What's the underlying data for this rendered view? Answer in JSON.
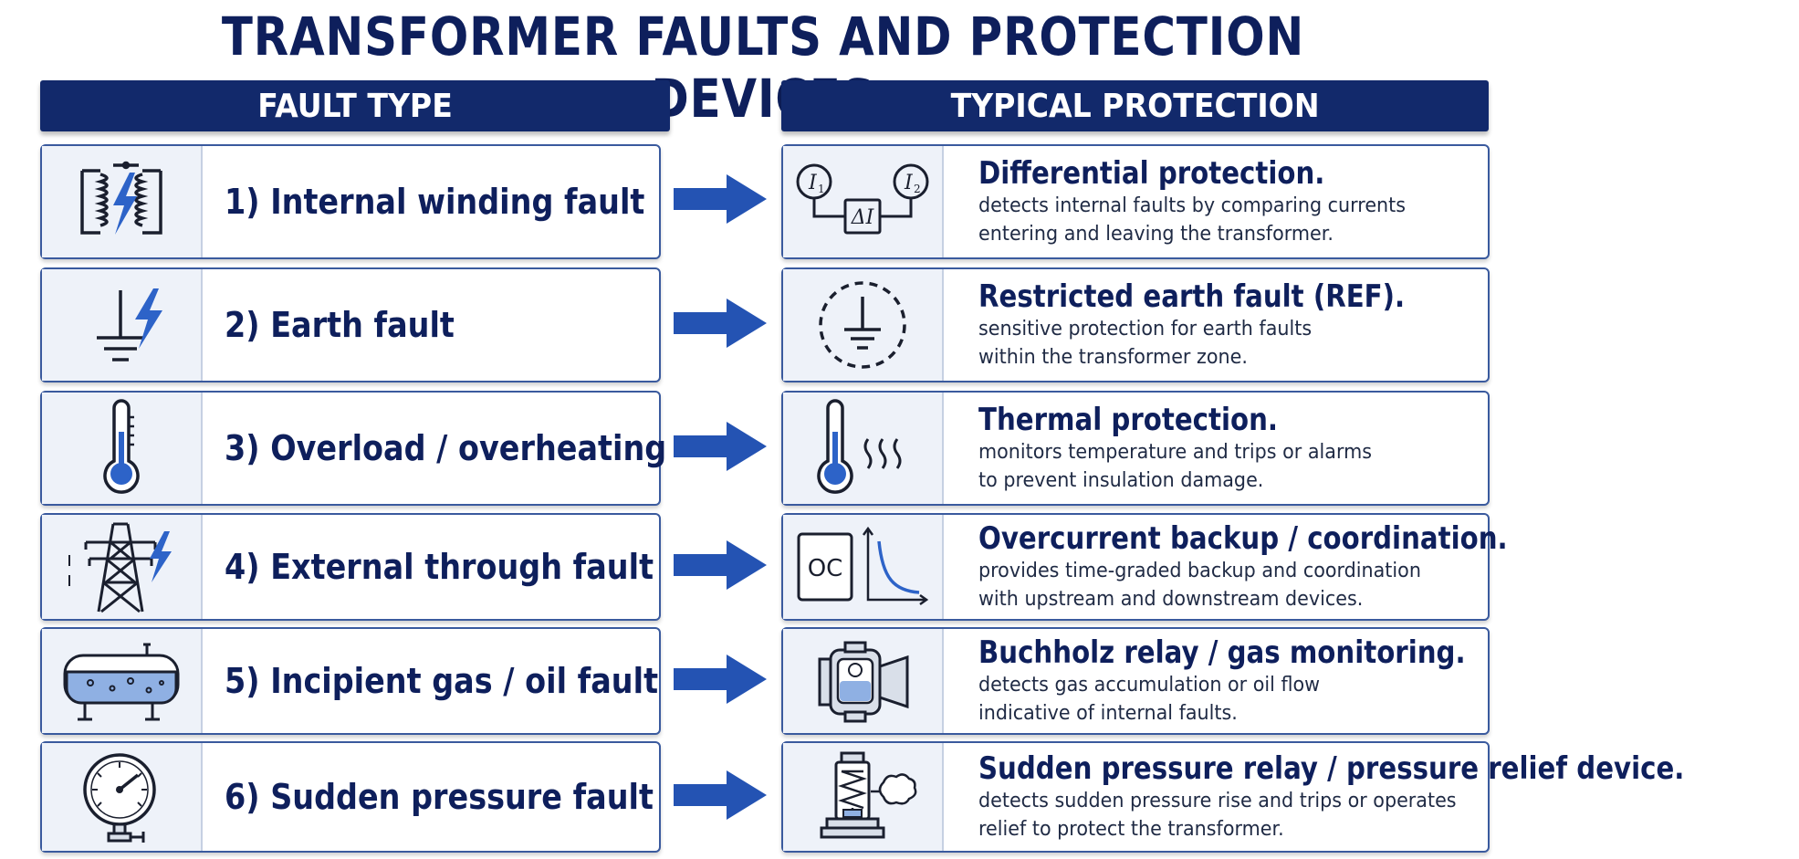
{
  "title": "TRANSFORMER FAULTS AND PROTECTION DEVICES",
  "headers": {
    "fault": "FAULT TYPE",
    "protection": "TYPICAL PROTECTION"
  },
  "rows": [
    {
      "fault": "1)  Internal winding fault",
      "fault_icon": "transformer-winding-fault-icon",
      "protection_title": "Differential protection.",
      "protection_desc_1": "detects internal faults by comparing currents",
      "protection_desc_2": "entering and leaving the transformer.",
      "protection_icon": "differential-current-icon"
    },
    {
      "fault": "2)  Earth fault",
      "fault_icon": "earth-fault-icon",
      "protection_title": "Restricted earth fault (REF).",
      "protection_desc_1": "sensitive protection for earth faults",
      "protection_desc_2": "within the transformer zone.",
      "protection_icon": "restricted-earth-zone-icon"
    },
    {
      "fault": "3)  Overload / overheating",
      "fault_icon": "thermometer-icon",
      "protection_title": "Thermal protection.",
      "protection_desc_1": "monitors temperature and trips or alarms",
      "protection_desc_2": "to prevent insulation damage.",
      "protection_icon": "thermometer-heat-icon"
    },
    {
      "fault": "4)  External through fault",
      "fault_icon": "transmission-tower-icon",
      "protection_title": "Overcurrent backup / coordination.",
      "protection_desc_1": "provides time-graded backup and coordination",
      "protection_desc_2": "with upstream and downstream devices.",
      "protection_icon": "overcurrent-curve-icon"
    },
    {
      "fault": "5)  Incipient gas / oil fault",
      "fault_icon": "oil-tank-icon",
      "protection_title": "Buchholz relay / gas monitoring.",
      "protection_desc_1": "detects gas accumulation or oil flow",
      "protection_desc_2": "indicative of internal faults.",
      "protection_icon": "buchholz-relay-icon"
    },
    {
      "fault": "6)  Sudden pressure fault",
      "fault_icon": "pressure-gauge-icon",
      "protection_title": "Sudden pressure relay / pressure relief device.",
      "protection_desc_1": "detects sudden pressure rise and trips or operates",
      "protection_desc_2": "relief to protect the transformer.",
      "protection_icon": "pressure-relief-valve-icon"
    }
  ],
  "icon_labels": {
    "i1": "I",
    "i2": "I",
    "sub1": "1",
    "sub2": "2",
    "delta": "ΔI",
    "oc": "OC"
  },
  "colors": {
    "navy": "#12296b",
    "title_text": "#0e1f5c",
    "arrow": "#2453b3",
    "icon_blue": "#2d63c8",
    "icon_fill": "#8fb0e3",
    "card_border": "#3a5a9e",
    "icon_bg": "#eef2f9"
  }
}
